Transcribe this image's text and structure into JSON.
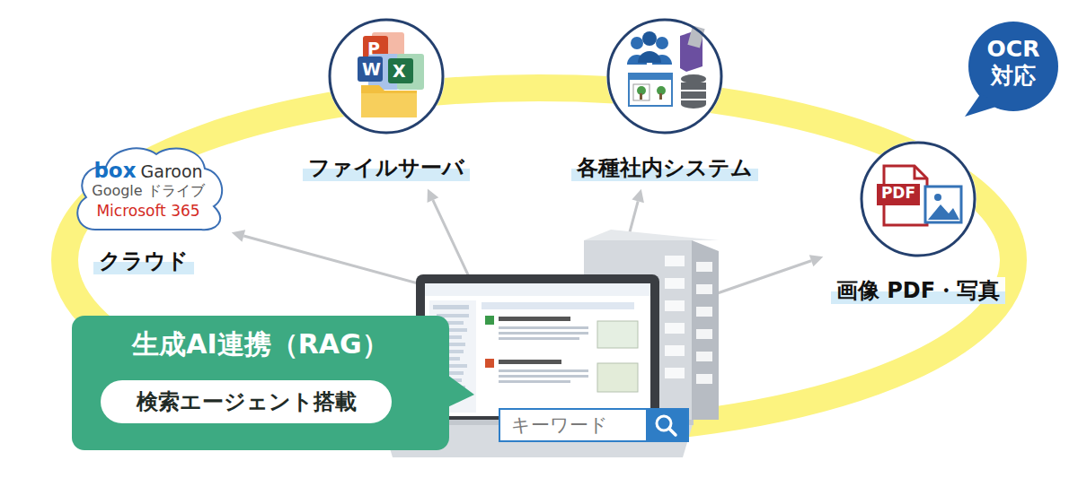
{
  "diagram": {
    "nodes": [
      {
        "text": [
          "box",
          "Garoon",
          "Google ドライブ",
          "Microsoft 365",
          "クラウド"
        ]
      },
      {
        "text": [
          "ファイルサーバ"
        ]
      },
      {
        "text": [
          "各種社内システム"
        ]
      },
      {
        "text": [
          "PDF",
          "画像 PDF・写真"
        ]
      },
      {
        "text": [
          "OCR 対応"
        ]
      },
      {
        "text": [
          "生成AI連携（RAG）"
        ]
      },
      {
        "text": [
          "検索エージェント搭載"
        ],
        "in": 5
      },
      {
        "text": [
          "キーワード"
        ]
      }
    ],
    "edges": [
      {
        "from": 7,
        "to": 0,
        "arrow": "to"
      },
      {
        "from": 7,
        "to": 1,
        "arrow": "to"
      },
      {
        "from": 7,
        "to": 2,
        "arrow": "to"
      },
      {
        "from": 7,
        "to": 3,
        "arrow": "to"
      }
    ],
    "labels": [
      "P",
      "W",
      "X"
    ]
  }
}
